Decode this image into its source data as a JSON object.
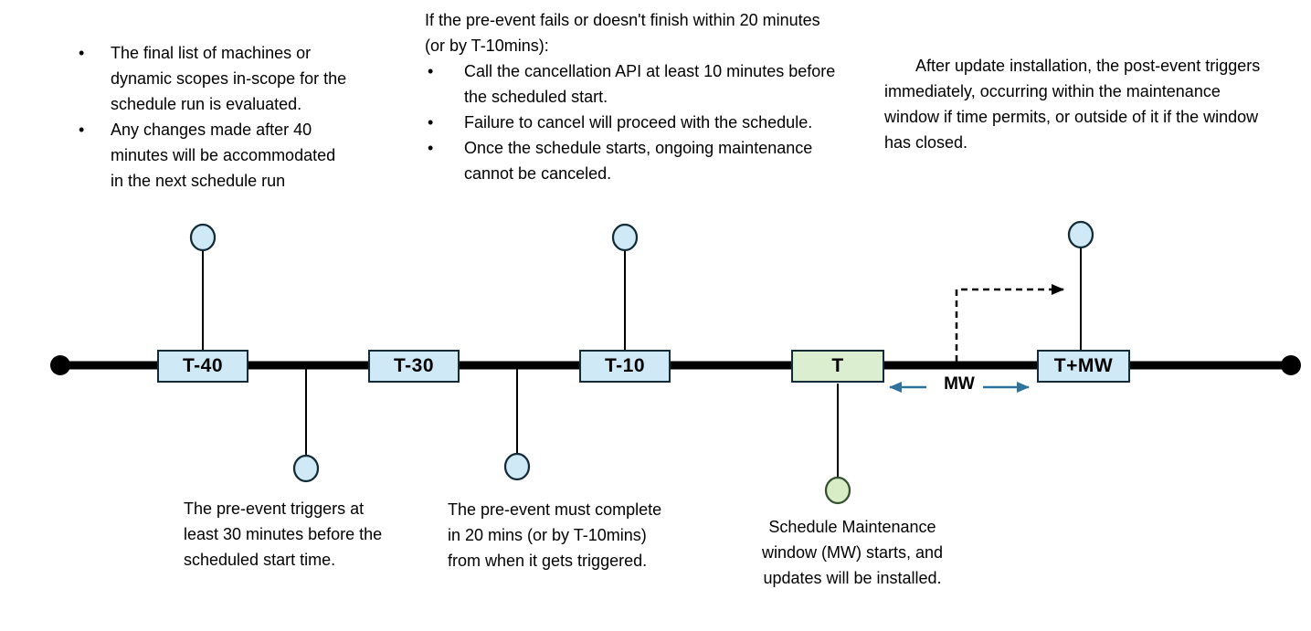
{
  "notes": {
    "top_left": {
      "bullets": [
        "The final list of machines or dynamic scopes in-scope for the schedule run is evaluated.",
        "Any changes made after 40 minutes will be accommodated in the next schedule run"
      ]
    },
    "top_middle": {
      "intro": "If the pre-event fails or doesn't finish within 20 minutes (or by T-10mins):",
      "bullets": [
        "Call the cancellation API at least 10 minutes before the scheduled start.",
        "Failure to cancel will proceed with the schedule.",
        "Once the schedule starts, ongoing maintenance cannot be canceled."
      ]
    },
    "top_right": {
      "text": "After update installation, the post-event triggers immediately, occurring within the maintenance window if time permits, or outside of it if the window has closed."
    },
    "below_pre_event_trigger": "The pre-event triggers at least 30 minutes before the scheduled start time.",
    "below_pre_event_complete": "The pre-event must complete in 20 mins (or by T-10mins) from when it gets triggered.",
    "below_maintenance_start": "Schedule Maintenance window (MW) starts, and updates will be installed."
  },
  "timeline": {
    "events": [
      {
        "label": "T-40",
        "style": "blue"
      },
      {
        "label": "T-30",
        "style": "blue"
      },
      {
        "label": "T-10",
        "style": "blue"
      },
      {
        "label": "T",
        "style": "green"
      },
      {
        "label": "T+MW",
        "style": "blue"
      }
    ],
    "mw_label": "MW"
  },
  "colors": {
    "event_box_blue": "#cfe9f7",
    "event_box_green": "#dbefd0",
    "node_blue": "#cfe9f7",
    "node_green": "#d8ecc6",
    "outline_dark": "#122b36",
    "green_outline": "#33502f",
    "mw_arrow": "#2f729b",
    "timeline_black": "#000000"
  }
}
